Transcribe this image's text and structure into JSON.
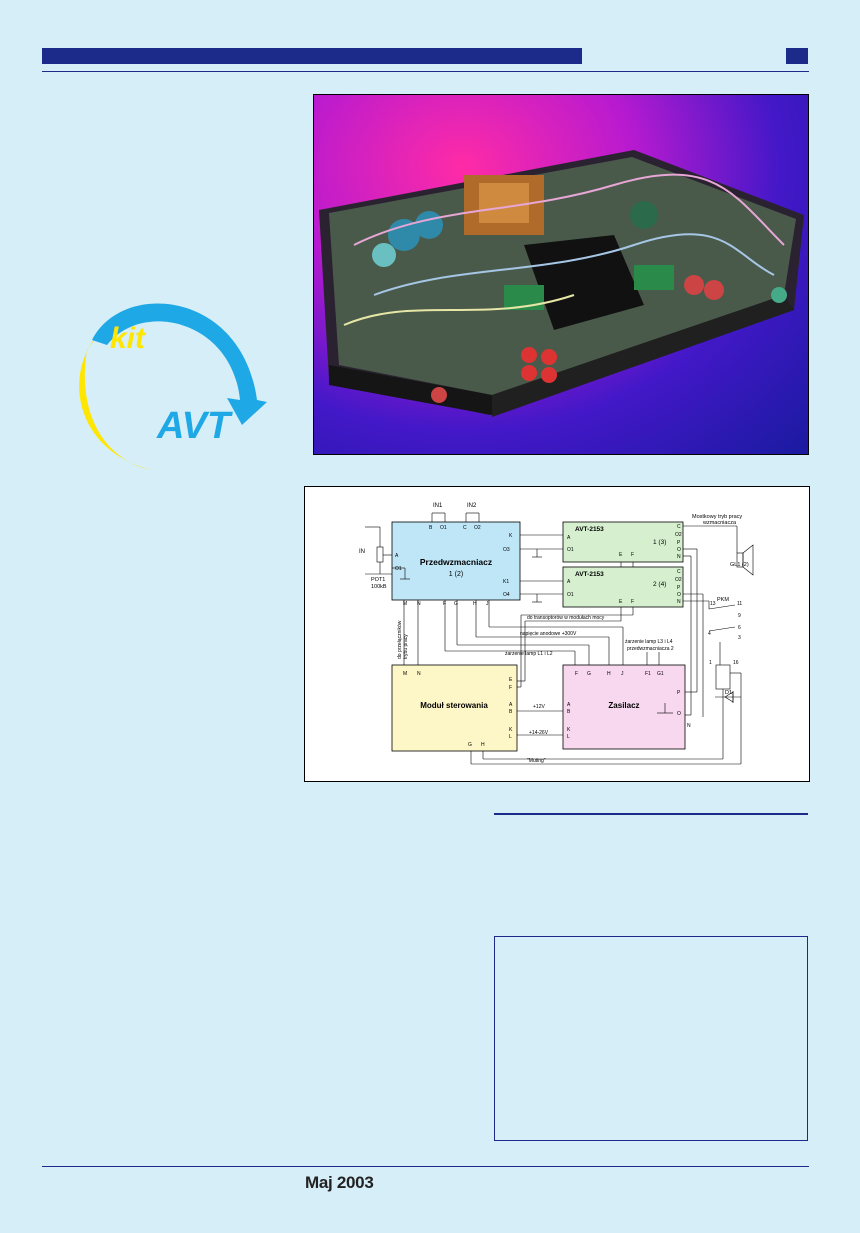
{
  "logo": {
    "word1": "kit",
    "word2": "AVT"
  },
  "diagram": {
    "preamp_title": "Przedwzmacniacz",
    "preamp_sub": "1 (2)",
    "amp1_title": "AVT-2153",
    "amp1_sub": "1 (3)",
    "amp2_title": "AVT-2153",
    "amp2_sub": "2 (4)",
    "control_title": "Moduł sterowania",
    "psu_title": "Zasilacz",
    "in1": "IN1",
    "in2": "IN2",
    "in": "IN",
    "pot": "POT1",
    "pot_val": "100kB",
    "bridge_label_1": "Mostkowy tryb pracy",
    "bridge_label_2": "wzmacniacza",
    "speaker": "GL1 (2)",
    "pkm": "PKM",
    "d1": "D1",
    "to_opto": "do transoptorów w modułach mocy",
    "anode_v": "napięcie anodowe +300V",
    "lamps_l1_l2": "żarzenie lamp L1 i L2",
    "lamps_l3_l4": "żarzenie lamp L3 i L4",
    "preamp2": "przedwzmacniacza 2",
    "to_switches_1": "do przełączników",
    "to_switches_2": "trybu pracy",
    "v12": "+12V",
    "v1426": "+14-26V",
    "muting": "\"Muting\""
  },
  "footer": {
    "date": "Maj 2003"
  }
}
